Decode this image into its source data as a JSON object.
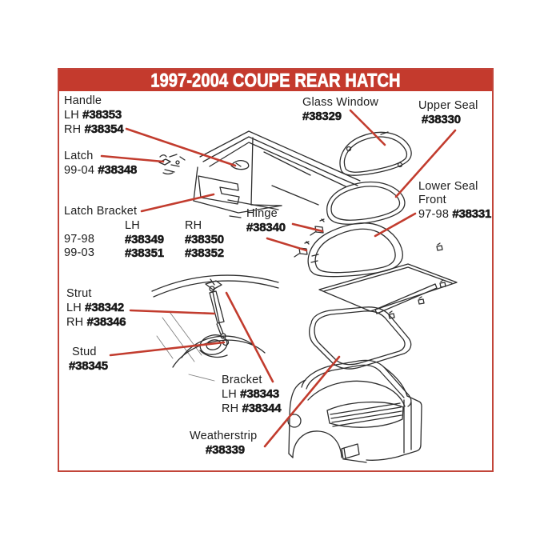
{
  "banner": {
    "title": "1997-2004 COUPE REAR HATCH"
  },
  "colors": {
    "banner_bg": "#c43a2d",
    "banner_text": "#ffffff",
    "frame_border": "#c2453a",
    "leader_line": "#c23c2e",
    "line_art": "#2e2e2e",
    "label_text": "#1c1c1c"
  },
  "labels": {
    "handle": {
      "title": "Handle",
      "rows": [
        {
          "prefix": "LH",
          "part": "#38353"
        },
        {
          "prefix": "RH",
          "part": "#38354"
        }
      ]
    },
    "latch": {
      "title": "Latch",
      "rows": [
        {
          "prefix": "99-04",
          "part": "#38348"
        }
      ]
    },
    "latch_bracket": {
      "title": "Latch Bracket",
      "columns": [
        "LH",
        "RH"
      ],
      "rows": [
        {
          "year": "97-98",
          "lh": "#38349",
          "rh": "#38350"
        },
        {
          "year": "99-03",
          "lh": "#38351",
          "rh": "#38352"
        }
      ]
    },
    "strut": {
      "title": "Strut",
      "rows": [
        {
          "prefix": "LH",
          "part": "#38342"
        },
        {
          "prefix": "RH",
          "part": "#38346"
        }
      ]
    },
    "stud": {
      "title": "Stud",
      "part": "#38345"
    },
    "glass_window": {
      "title": "Glass Window",
      "part": "#38329"
    },
    "upper_seal": {
      "title": "Upper Seal",
      "part": "#38330"
    },
    "lower_seal": {
      "title": "Lower Seal",
      "title2": "Front",
      "rows": [
        {
          "prefix": "97-98",
          "part": "#38331"
        }
      ]
    },
    "hinge": {
      "title": "Hinge",
      "part": "#38340"
    },
    "bracket": {
      "title": "Bracket",
      "rows": [
        {
          "prefix": "LH",
          "part": "#38343"
        },
        {
          "prefix": "RH",
          "part": "#38344"
        }
      ]
    },
    "weatherstrip": {
      "title": "Weatherstrip",
      "part": "#38339"
    }
  }
}
